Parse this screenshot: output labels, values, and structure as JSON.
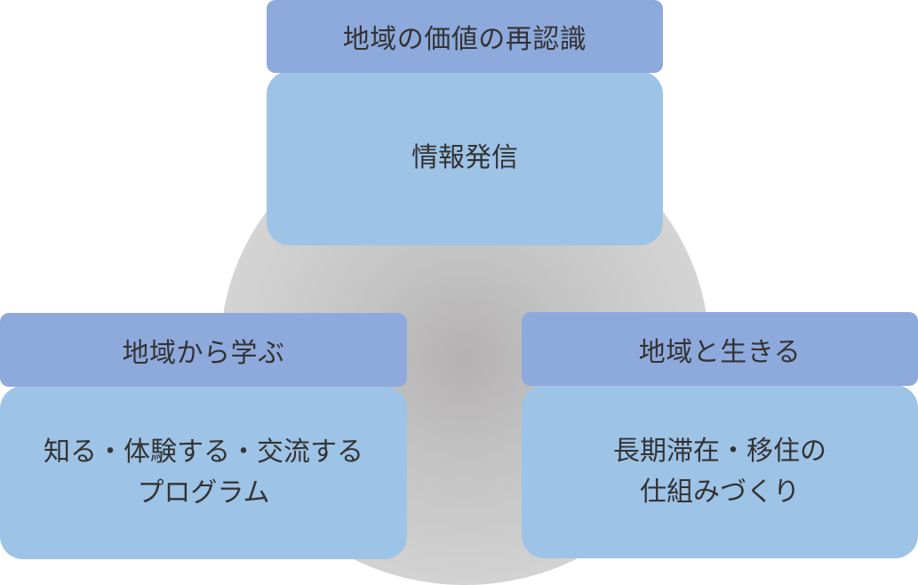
{
  "groups": {
    "top": {
      "header": "地域の価値の再認識",
      "lines": [
        "情報発信"
      ]
    },
    "left": {
      "header": "地域から学ぶ",
      "lines": [
        "知る・体験する・交流する",
        "プログラム"
      ]
    },
    "right": {
      "header": "地域と生きる",
      "lines": [
        "長期滞在・移住の",
        "仕組みづくり"
      ]
    }
  },
  "colors": {
    "header": "#8eaadc",
    "body": "#9dc3e6",
    "circle": "#c4c3c3",
    "text": "#333333"
  }
}
